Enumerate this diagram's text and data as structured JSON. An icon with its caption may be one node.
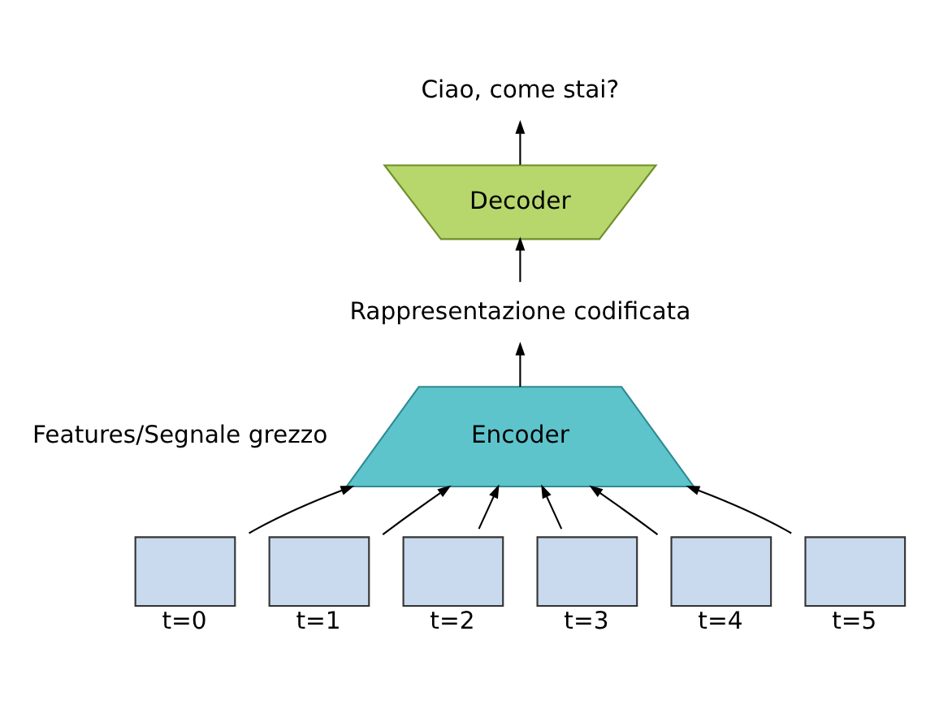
{
  "diagram": {
    "nodes": [
      {
        "text": [
          "Ciao, come stai?"
        ]
      },
      {
        "text": [
          "Decoder"
        ]
      },
      {
        "text": [
          "Rappresentazione codificata"
        ]
      },
      {
        "text": [
          "Encoder"
        ]
      },
      {
        "text": [],
        "shape": "box",
        "beside": [
          "t=0"
        ]
      },
      {
        "text": [],
        "shape": "box",
        "beside": [
          "t=1"
        ]
      },
      {
        "text": [],
        "shape": "box",
        "beside": [
          "t=2"
        ]
      },
      {
        "text": [],
        "shape": "box",
        "beside": [
          "t=3"
        ]
      },
      {
        "text": [],
        "shape": "box",
        "beside": [
          "t=4"
        ]
      },
      {
        "text": [],
        "shape": "box",
        "beside": [
          "t=5"
        ]
      }
    ],
    "edges": [
      {
        "from": 1,
        "to": 0,
        "arrow": "to"
      },
      {
        "from": 2,
        "to": 1,
        "arrow": "to"
      },
      {
        "from": 3,
        "to": 2,
        "arrow": "to"
      },
      {
        "from": 4,
        "to": 3,
        "arrow": "to"
      },
      {
        "from": 5,
        "to": 3,
        "arrow": "to"
      },
      {
        "from": 6,
        "to": 3,
        "arrow": "to"
      },
      {
        "from": 7,
        "to": 3,
        "arrow": "to"
      },
      {
        "from": 8,
        "to": 3,
        "arrow": "to"
      },
      {
        "from": 9,
        "to": 3,
        "arrow": "to"
      }
    ],
    "labels": [
      "Features/Segnale grezzo"
    ]
  }
}
